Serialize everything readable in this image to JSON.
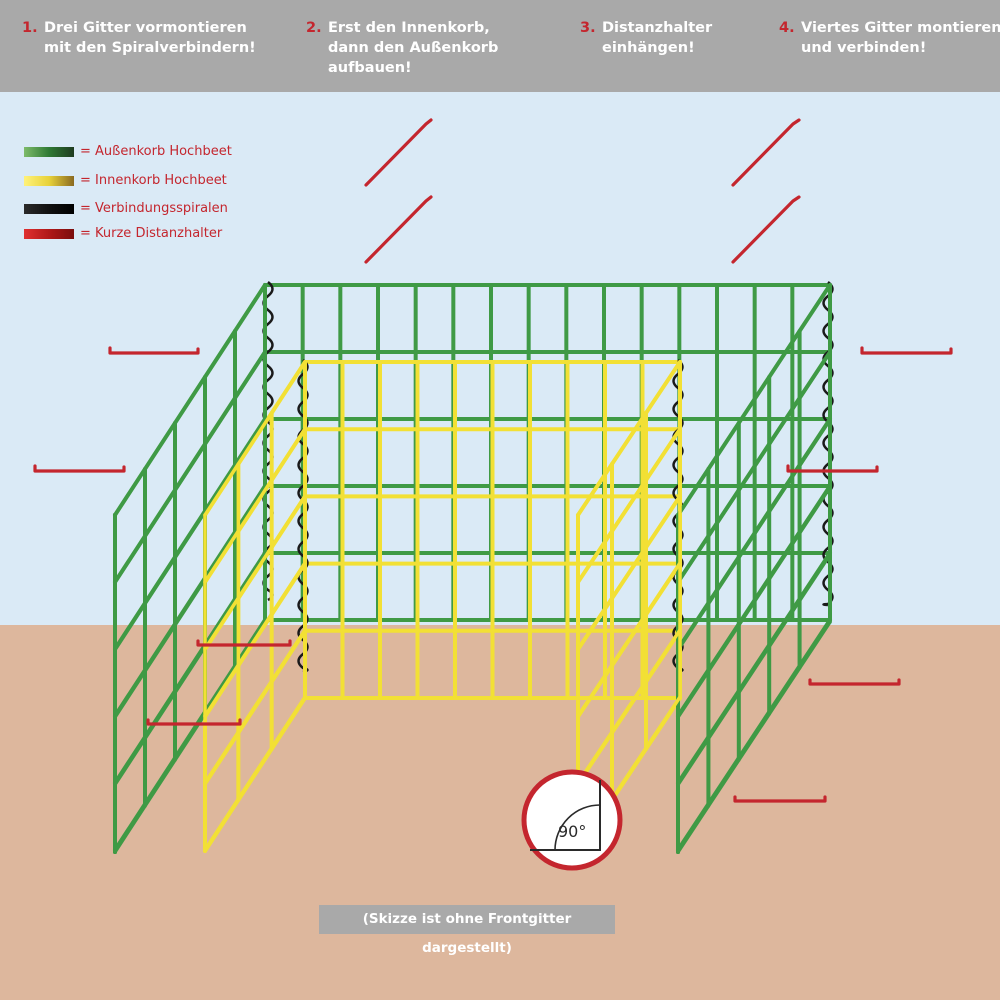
{
  "steps": [
    {
      "number": "1.",
      "text": "Drei Gitter vormontieren\nmit den Spiralverbindern!"
    },
    {
      "number": "2.",
      "text": "Erst den Innenkorb,\ndann den Außenkorb\naufbauen!"
    },
    {
      "number": "3.",
      "text": "Distanzhalter\neinhängen!"
    },
    {
      "number": "4.",
      "text": "Viertes Gitter montieren\nund verbinden!"
    }
  ],
  "legend": [
    {
      "label": "= Außenkorb Hochbeet",
      "colors": [
        "#7dbb6a",
        "#2f7a34",
        "#1e3b20"
      ]
    },
    {
      "label": "= Innenkorb Hochbeet",
      "colors": [
        "#fff27a",
        "#e8d23a",
        "#8a6a20"
      ]
    },
    {
      "label": "= Verbindungsspiralen",
      "colors": [
        "#2a2a2a",
        "#111111",
        "#000000"
      ]
    },
    {
      "label": "= Kurze Distanzhalter",
      "colors": [
        "#e03030",
        "#b01818",
        "#7a0d0d"
      ]
    }
  ],
  "angle_label": "90°",
  "caption": "(Skizze ist ohne Frontgitter dargestellt)",
  "colors": {
    "header_bg": "#a9a9a9",
    "sky": "#daeaf6",
    "ground": "#ddb79d",
    "accent_red": "#c4262e",
    "outer_green": "#3f9a45",
    "inner_yellow": "#f2e035",
    "spiral_black": "#1a1a1a",
    "spacer_red": "#c4262e"
  }
}
